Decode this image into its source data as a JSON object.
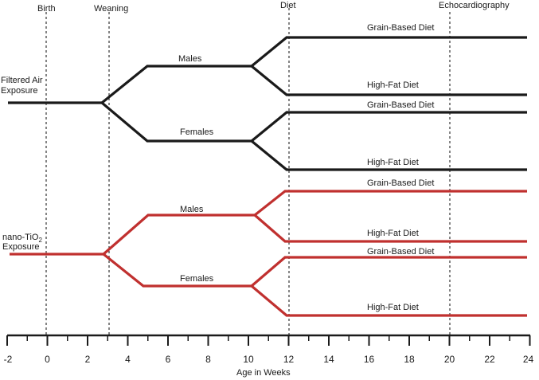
{
  "milestones": {
    "birth": "Birth",
    "weaning": "Weaning",
    "diet": "Diet",
    "echo": "Echocardiography"
  },
  "groups": {
    "air": {
      "label_line1": "Filtered Air",
      "label_line2": "Exposure",
      "color": "#1a1a1a",
      "males": "Males",
      "females": "Females"
    },
    "tio2": {
      "label_prefix": "nano-TiO",
      "label_sub": "2",
      "label_line2": "Exposure",
      "color": "#c0302f",
      "males": "Males",
      "females": "Females"
    }
  },
  "diets": {
    "grain": "Grain-Based Diet",
    "highfat": "High-Fat Diet"
  },
  "axis": {
    "title": "Age in Weeks",
    "ticks": [
      "-2",
      "0",
      "2",
      "4",
      "6",
      "8",
      "10",
      "12",
      "14",
      "16",
      "18",
      "20",
      "22",
      "24"
    ]
  }
}
